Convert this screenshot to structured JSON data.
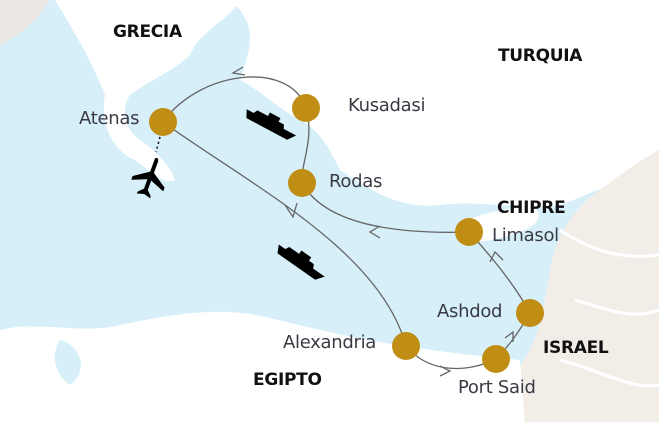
{
  "colors": {
    "sea": "#d6eff9",
    "land": "#ffffff",
    "land_east": "#f3ede8",
    "port": "#c08e14",
    "route": "#666666"
  },
  "countries": [
    {
      "name": "GRECIA"
    },
    {
      "name": "TURQUIA"
    },
    {
      "name": "CHIPRE"
    },
    {
      "name": "ISRAEL"
    },
    {
      "name": "EGIPTO"
    }
  ],
  "ports": [
    {
      "name": "Atenas"
    },
    {
      "name": "Kusadasi"
    },
    {
      "name": "Rodas"
    },
    {
      "name": "Limasol"
    },
    {
      "name": "Ashdod"
    },
    {
      "name": "Port Said"
    },
    {
      "name": "Alexandria"
    }
  ],
  "icons": [
    "airplane-icon",
    "ship-icon",
    "ship-icon"
  ]
}
